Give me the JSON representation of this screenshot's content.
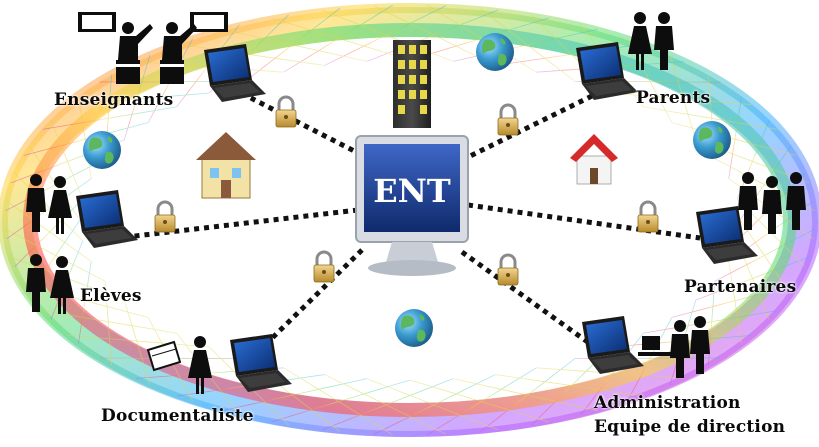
{
  "center": {
    "label": "ENT"
  },
  "nodes": {
    "enseignants": {
      "label": "Enseignants"
    },
    "parents": {
      "label": "Parents"
    },
    "eleves": {
      "label": "Elèves"
    },
    "partenaires": {
      "label": "Partenaires"
    },
    "documentaliste": {
      "label": "Documentaliste"
    },
    "administration": {
      "label_line1": "Administration",
      "label_line2": "Equipe de direction"
    }
  },
  "colors": {
    "screen_blue": "#1f3f8f",
    "connector": "#111111",
    "lock": "#c9a24a",
    "globe": "#2f8fb8"
  }
}
